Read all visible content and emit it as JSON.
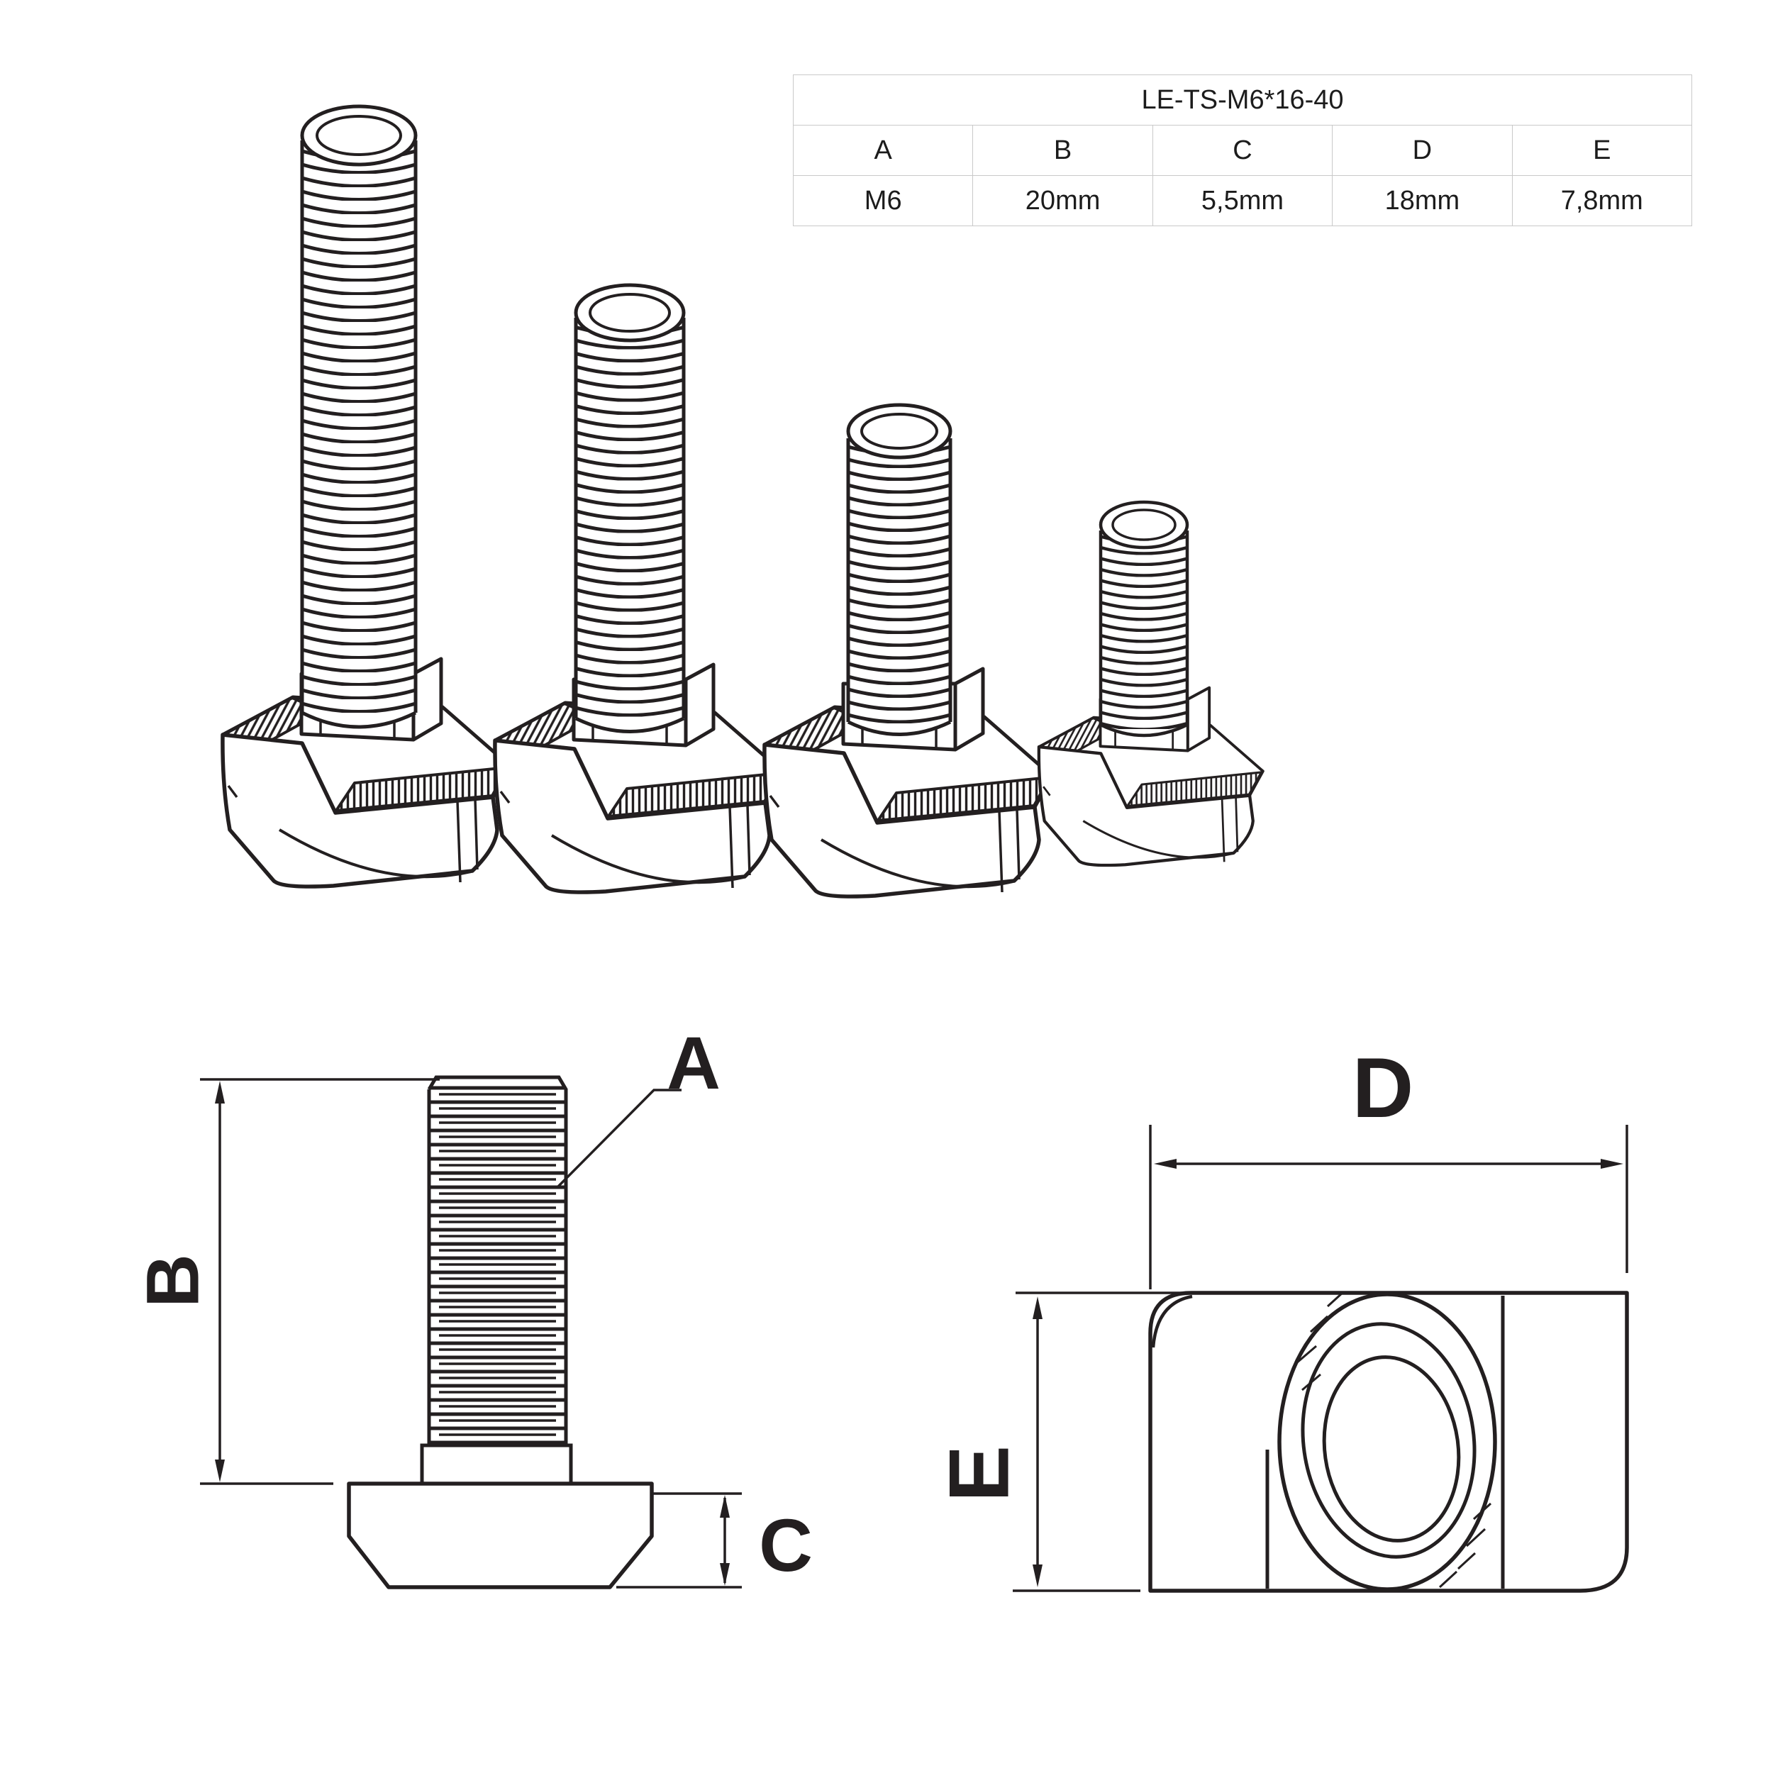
{
  "table": {
    "title": "LE-TS-M6*16-40",
    "columns": [
      "A",
      "B",
      "C",
      "D",
      "E"
    ],
    "values": [
      "M6",
      "20mm",
      "5,5mm",
      "18mm",
      "7,8mm"
    ]
  },
  "labels": {
    "thread_diameter": "A",
    "thread_length": "B",
    "head_height": "C",
    "head_width": "D",
    "head_depth": "E"
  },
  "colors": {
    "line": "#231f20",
    "table_border": "#c9c9c9",
    "text": "#1c1c1c"
  }
}
